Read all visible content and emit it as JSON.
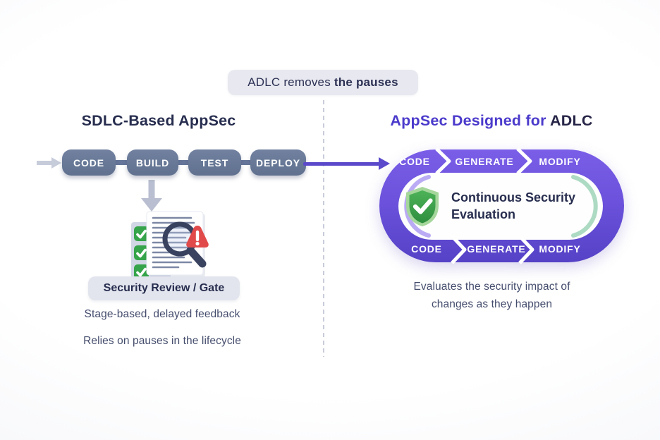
{
  "banner": {
    "text_regular": "ADLC removes",
    "text_bold": "the pauses"
  },
  "left": {
    "title": "SDLC-Based AppSec",
    "stages": [
      "CODE",
      "BUILD",
      "TEST",
      "DEPLOY"
    ],
    "gate_label": "Security Review / Gate",
    "caption1": "Stage-based, delayed feedback",
    "caption2": "Relies on pauses in the lifecycle"
  },
  "right": {
    "title_accent": "AppSec Designed for",
    "title_dark": "ADLC",
    "loop_stages_top": [
      "CODE",
      "GENERATE",
      "MODIFY"
    ],
    "loop_stages_bottom": [
      "CODE",
      "GENERATE",
      "MODIFY"
    ],
    "center_label_line1": "Continuous Security",
    "center_label_line2": "Evaluation",
    "caption_line1": "Evaluates the security impact of",
    "caption_line2": "changes as they happen"
  },
  "colors": {
    "accent_purple": "#5a49cb",
    "ribbon_purple_top": "#7a5ee8",
    "ribbon_purple_bottom": "#5542c6",
    "slate_pill": "#6b7b9b",
    "navy_text": "#272d4e",
    "muted_text": "#454d6d",
    "green_check": "#3aa54a",
    "alert_red": "#e14a4a",
    "badge_bg": "#e8e9f0"
  }
}
